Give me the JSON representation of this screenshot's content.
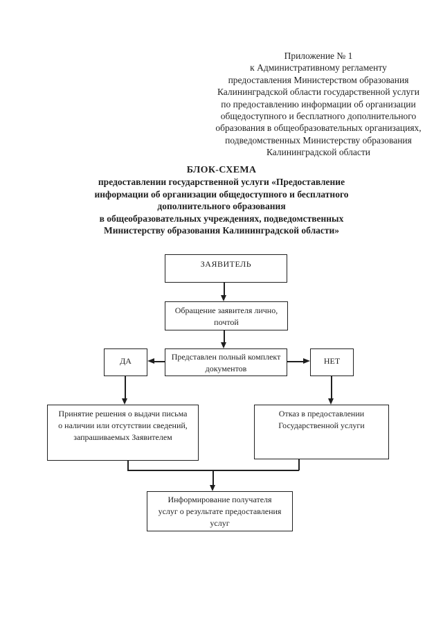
{
  "document": {
    "annex_reference": "Приложение № 1\nк Административному регламенту\nпредоставления Министерством образования\nКалининградской области государственной услуги\nпо предоставлению информации об организации\nобщедоступного и бесплатного дополнительного\nобразования в общеобразовательных организациях,\nподведомственных Министерству образования\nКалининградской области",
    "title": {
      "heading": "БЛОК-СХЕМА",
      "subtitle": "предоставлении государственной услуги «Предоставление\nинформации об организации общедоступного и бесплатного\nдополнительного образования\nв общеобразовательных учреждениях, подведомственных\nМинистерству образования Калининградской области»"
    }
  },
  "flowchart": {
    "nodes": {
      "applicant": "ЗАЯВИТЕЛЬ",
      "appeal": "Обращение заявителя лично,\nпочтой",
      "documents_check": "Представлен полный комплект\nдокументов",
      "yes": "ДА",
      "no": "НЕТ",
      "decision": "Принятие решения о выдачи письма\nо наличии или отсутствии сведений,\nзапрашиваемых Заявителем",
      "refusal": "Отказ в предоставлении\nГосударственной услуги",
      "informing": "Информирование получателя\nуслуг о результате предоставления\nуслуг"
    }
  },
  "colors": {
    "ink": "#1f1f1f",
    "paper": "#ffffff"
  }
}
